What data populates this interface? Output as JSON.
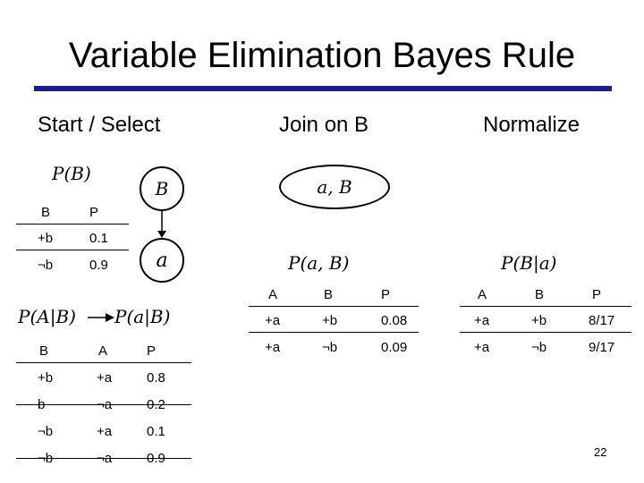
{
  "slide": {
    "title": "Variable Elimination Bayes Rule",
    "page_number": "22"
  },
  "columns": {
    "start": "Start / Select",
    "join": "Join on B",
    "normalize": "Normalize"
  },
  "graph": {
    "node_b": "B",
    "node_a": "a",
    "node_joined": "a, B"
  },
  "factors": {
    "pb_label": "P(B)",
    "pab_label": "P(A|B)",
    "pab_selected_label": "P(a|B)",
    "paB_label": "P(a, B)",
    "pBa_label": "P(B|a)"
  },
  "tables": {
    "pb": {
      "headers": [
        "B",
        "P"
      ],
      "rows": [
        [
          "+b",
          "0.1"
        ],
        [
          "¬b",
          "0.9"
        ]
      ]
    },
    "pab": {
      "headers": [
        "B",
        "A",
        "P"
      ],
      "rows": [
        [
          "+b",
          "+a",
          "0.8"
        ],
        [
          "b",
          "¬a",
          "0.2"
        ],
        [
          "¬b",
          "+a",
          "0.1"
        ],
        [
          "¬b",
          "¬a",
          "0.9"
        ]
      ]
    },
    "join": {
      "headers": [
        "A",
        "B",
        "P"
      ],
      "rows": [
        [
          "+a",
          "+b",
          "0.08"
        ],
        [
          "+a",
          "¬b",
          "0.09"
        ]
      ]
    },
    "normalized": {
      "headers": [
        "A",
        "B",
        "P"
      ],
      "rows": [
        [
          "+a",
          "+b",
          "8/17"
        ],
        [
          "+a",
          "¬b",
          "9/17"
        ]
      ]
    }
  }
}
